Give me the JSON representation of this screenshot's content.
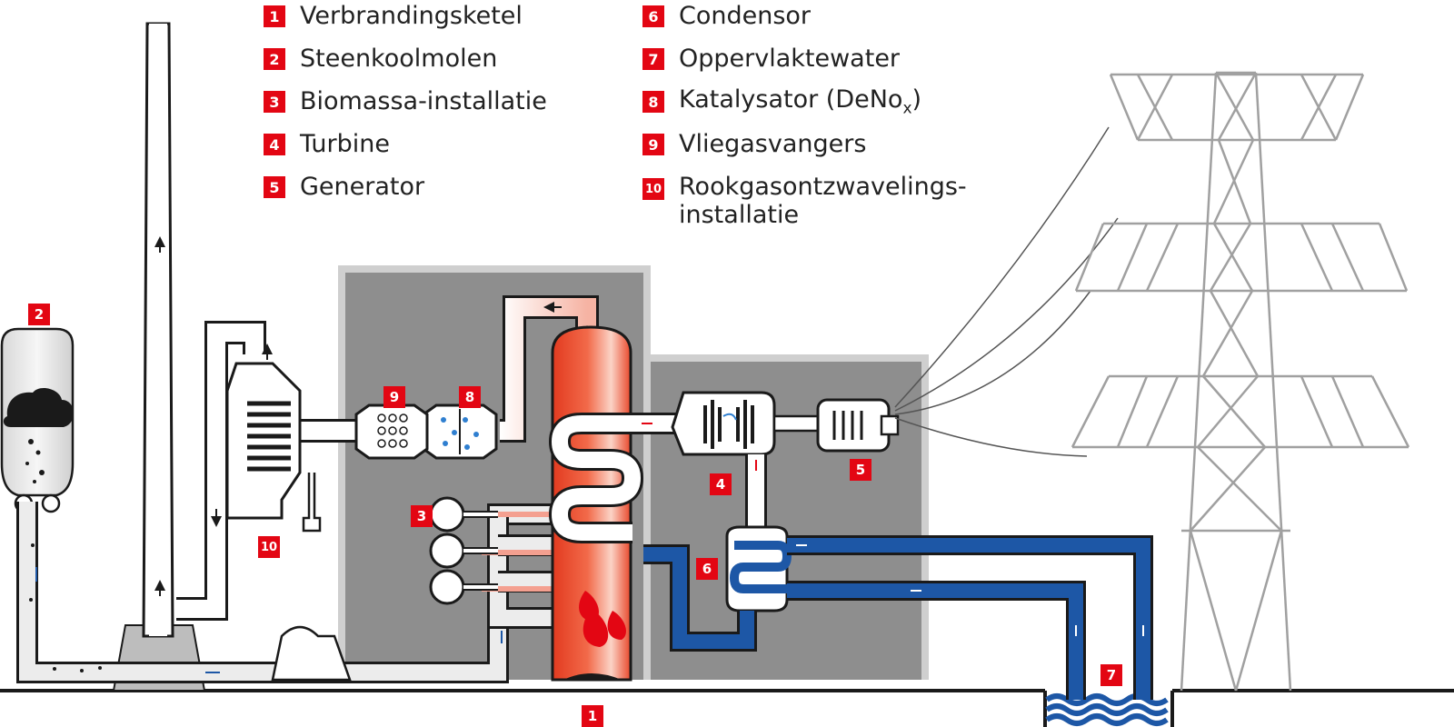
{
  "legend": {
    "left": [
      {
        "num": "1",
        "label": "Verbrandingsketel"
      },
      {
        "num": "2",
        "label": "Steenkoolmolen"
      },
      {
        "num": "3",
        "label": "Biomassa-installatie"
      },
      {
        "num": "4",
        "label": "Turbine"
      },
      {
        "num": "5",
        "label": "Generator"
      }
    ],
    "right": [
      {
        "num": "6",
        "label": "Condensor"
      },
      {
        "num": "7",
        "label": "Oppervlaktewater"
      },
      {
        "num": "8",
        "label": "Katalysator (DeNo",
        "sub": "x",
        "suffix": ")"
      },
      {
        "num": "9",
        "label": "Vliegasvangers"
      },
      {
        "num": "10",
        "label": "Rookgasontzwavelings-",
        "line2": "installatie"
      }
    ]
  },
  "diagram_badges": {
    "boiler": "1",
    "coal_mill": "2",
    "biomass": "3",
    "turbine": "4",
    "generator": "5",
    "condenser": "6",
    "surface_water": "7",
    "catalyst": "8",
    "fly_ash": "9",
    "desulfurization": "10"
  },
  "colors": {
    "badge": "#e30613",
    "hot_red": "#e8472a",
    "cold_blue": "#1d57a6",
    "building_grey": "#8e8e8e",
    "pipe_white": "#f2f2f2",
    "outline": "#1a1a1a"
  }
}
